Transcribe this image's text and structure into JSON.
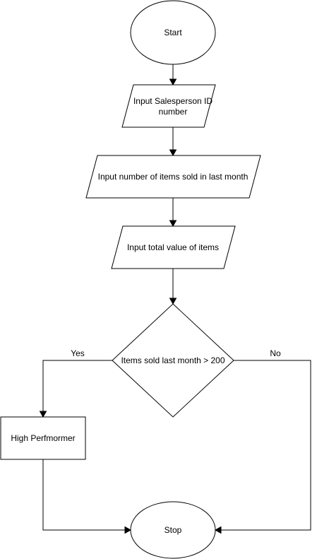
{
  "nodes": {
    "start": "Start",
    "input_id_line1": "Input Salesperson ID",
    "input_id_line2": "number",
    "input_items": "Input number of items sold in last month",
    "input_value": "Input total value of items",
    "decision": "Items sold last month > 200",
    "high_performer": "High Perfmormer",
    "stop": "Stop"
  },
  "edges": {
    "yes_label": "Yes",
    "no_label": "No"
  },
  "colors": {
    "stroke": "#000000",
    "fill": "#ffffff"
  }
}
